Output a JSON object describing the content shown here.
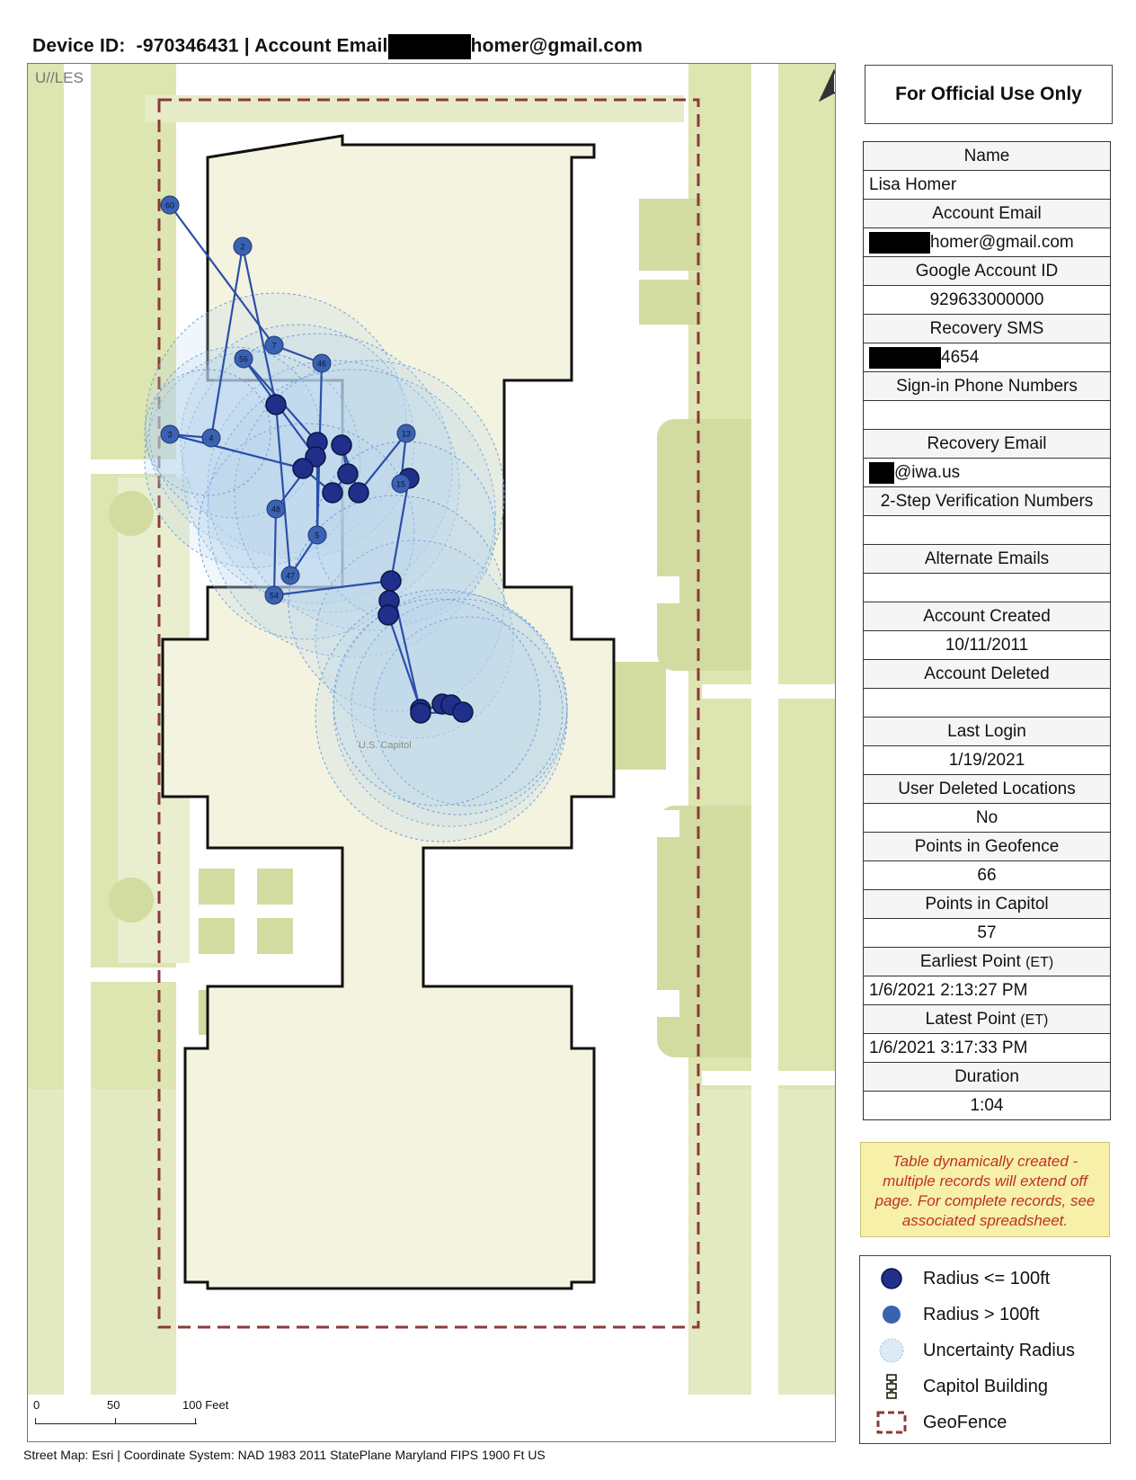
{
  "header": {
    "device_label": "Device ID:",
    "device_id": "-970346431",
    "separator": "|",
    "account_email_label": "Account Email",
    "account_email_suffix": "homer@gmail.com"
  },
  "map": {
    "classification": "U//LES",
    "capitol_label": "U.S. Capitol",
    "scale": {
      "ticks": [
        "0",
        "50",
        "100 Feet"
      ]
    },
    "colors": {
      "background_features": "#dde5b0",
      "building_fill": "#f3f3df",
      "building_outline": "#111111",
      "geofence": "#8b3a3a",
      "point_small_radius": "#1f2f8a",
      "point_large_radius": "#3a62b0",
      "uncertainty": "#8fb8e0"
    },
    "points": [
      {
        "label": "60",
        "class": "large"
      },
      {
        "label": "2",
        "class": "large"
      },
      {
        "label": "7",
        "class": "large"
      },
      {
        "label": "56",
        "class": "large"
      },
      {
        "label": "46",
        "class": "large"
      },
      {
        "label": "3",
        "class": "large"
      },
      {
        "label": "4",
        "class": "large"
      },
      {
        "label": "13",
        "class": "large"
      },
      {
        "label": "48",
        "class": "large"
      },
      {
        "label": "5",
        "class": "large"
      },
      {
        "label": "47",
        "class": "large"
      },
      {
        "label": "54",
        "class": "large"
      },
      {
        "label": "15",
        "class": "large"
      }
    ]
  },
  "footer": "Street Map: Esri | Coordinate System: NAD 1983 2011 StatePlane Maryland FIPS 1900 Ft US",
  "panel": {
    "fouo": "For Official Use Only",
    "rows": [
      {
        "label": "Name",
        "value": "Lisa Homer"
      },
      {
        "label": "Account Email",
        "value": "homer@gmail.com"
      },
      {
        "label": "Google Account ID",
        "value": "929633000000"
      },
      {
        "label": "Recovery SMS",
        "value": "4654"
      },
      {
        "label": "Sign-in Phone Numbers",
        "value": ""
      },
      {
        "label": "Recovery Email",
        "value": "@iwa.us"
      },
      {
        "label": "2-Step Verification Numbers",
        "value": ""
      },
      {
        "label": "Alternate Emails",
        "value": ""
      },
      {
        "label": "Account Created",
        "value": "10/11/2011"
      },
      {
        "label": "Account Deleted",
        "value": ""
      },
      {
        "label": "Last Login",
        "value": "1/19/2021"
      },
      {
        "label": "User Deleted Locations",
        "value": "No"
      },
      {
        "label": "Points in Geofence",
        "value": "66"
      },
      {
        "label": "Points in Capitol",
        "value": "57"
      },
      {
        "label": "Earliest Point",
        "suffix": "(ET)",
        "value": "1/6/2021 2:13:27 PM"
      },
      {
        "label": "Latest Point",
        "suffix": "(ET)",
        "value": "1/6/2021 3:17:33 PM"
      },
      {
        "label": "Duration",
        "value": "1:04"
      }
    ],
    "note": "Table dynamically created - multiple records will extend off page. For complete records, see associated spreadsheet.",
    "legend": [
      {
        "icon": "dark-dot-icon",
        "label": "Radius <= 100ft"
      },
      {
        "icon": "blue-dot-icon",
        "label": "Radius > 100ft"
      },
      {
        "icon": "uncertainty-circle-icon",
        "label": "Uncertainty Radius"
      },
      {
        "icon": "capitol-building-icon",
        "label": "Capitol Building"
      },
      {
        "icon": "geofence-icon",
        "label": "GeoFence"
      }
    ]
  }
}
